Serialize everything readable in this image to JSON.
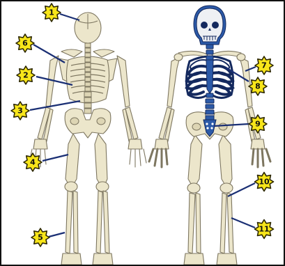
{
  "colors": {
    "bone": "#ece6cb",
    "highlight": "#2c5aa8",
    "badge_fill": "#f7e51a",
    "leader": "#1a2f74",
    "frame": "#111111"
  },
  "figures": [
    "skeleton-back-view",
    "skeleton-front-view-axial-highlighted"
  ],
  "labels": [
    {
      "id": "label-1",
      "text": "1",
      "target": "skull"
    },
    {
      "id": "label-2",
      "text": "2",
      "target": "ribs"
    },
    {
      "id": "label-3",
      "text": "3",
      "target": "lumbar-spine"
    },
    {
      "id": "label-4",
      "text": "4",
      "target": "femur"
    },
    {
      "id": "label-5",
      "text": "5",
      "target": "lower-leg"
    },
    {
      "id": "label-6",
      "text": "6",
      "target": "scapula"
    },
    {
      "id": "label-7",
      "text": "7",
      "target": "clavicle"
    },
    {
      "id": "label-8",
      "text": "8",
      "target": "rib-cage"
    },
    {
      "id": "label-9",
      "text": "9",
      "target": "sacrum"
    },
    {
      "id": "label-10",
      "text": "10",
      "target": "patella"
    },
    {
      "id": "label-11",
      "text": "11",
      "target": "fibula"
    }
  ]
}
